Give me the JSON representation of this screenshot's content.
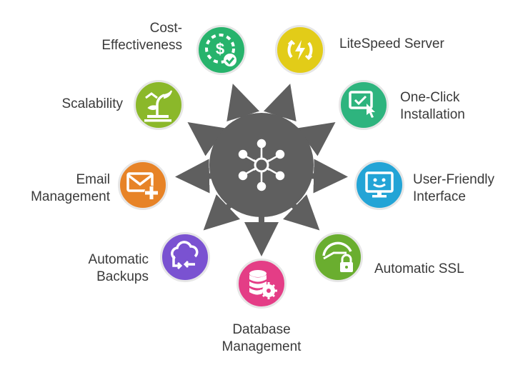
{
  "colors": {
    "hub": "#5f5f5f",
    "arrows": "#5f5f5f",
    "cost": "#27b36c",
    "litespeed": "#e2cc18",
    "oneclick": "#2eb47e",
    "userfriendly": "#23a4d6",
    "ssl": "#6aae2f",
    "database": "#e43d86",
    "backups": "#7a52d1",
    "email": "#e78327",
    "scalability": "#8bb82a"
  },
  "hub": {
    "icon": "network-hub-icon"
  },
  "features": {
    "cost": {
      "line1": "Cost-",
      "line2": "Effectiveness",
      "icon": "dollar-check-icon"
    },
    "litespeed": {
      "line1": "LiteSpeed Server",
      "icon": "lightning-cycle-icon"
    },
    "oneclick": {
      "line1": "One-Click",
      "line2": "Installation",
      "icon": "click-screen-icon"
    },
    "userfriendly": {
      "line1": "User-Friendly",
      "line2": "Interface",
      "icon": "smiley-monitor-icon"
    },
    "ssl": {
      "line1": "Automatic SSL",
      "icon": "lock-badge-icon"
    },
    "database": {
      "line1": "Database",
      "line2": "Management",
      "icon": "database-gear-icon"
    },
    "backups": {
      "line1": "Automatic",
      "line2": "Backups",
      "icon": "cloud-sync-icon"
    },
    "email": {
      "line1": "Email",
      "line2": "Management",
      "icon": "envelope-plus-icon"
    },
    "scalability": {
      "line1": "Scalability",
      "icon": "sprout-growth-icon"
    }
  }
}
